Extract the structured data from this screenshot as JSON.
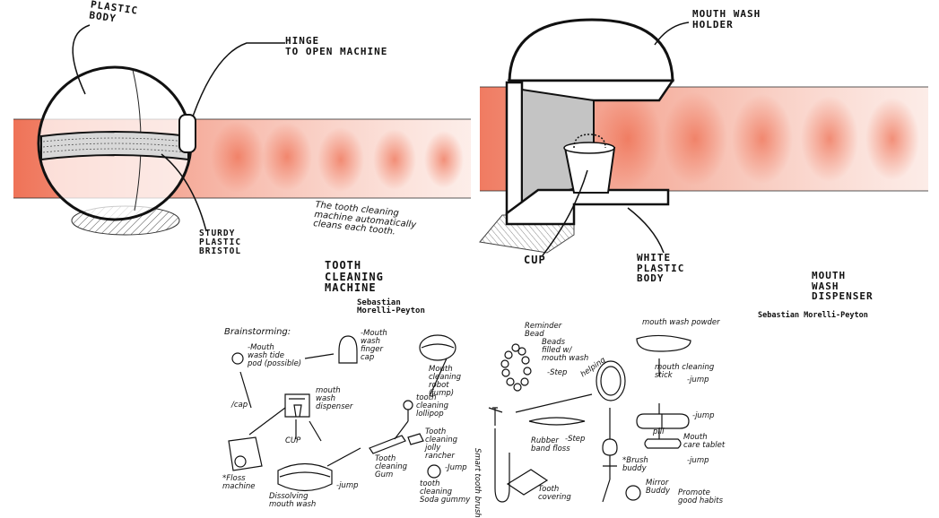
{
  "sketch1": {
    "plastic_body": "PLASTIC\nBODY",
    "hinge": "HINGE\nTO OPEN MACHINE",
    "sturdy": "STURDY\nPLASTIC\nBRISTOL",
    "note": "The tooth cleaning\nmachine automatically\ncleans each tooth.",
    "title": "TOOTH\nCLEANING\nMACHINE",
    "author": "Sebastian\nMorelli-Peyton"
  },
  "sketch2": {
    "holder": "MOUTH WASH\nHOLDER",
    "cup": "CUP",
    "white_body": "WHITE\nPLASTIC\nBODY",
    "title": "MOUTH\nWASH\nDISPENSER",
    "author": "Sebastian Morelli-Peyton"
  },
  "brainstorm": {
    "heading": "Brainstorming:",
    "items": {
      "pod": "-Mouth\nwash tide\npod (possible)",
      "finger_cap": "-Mouth\nwash\nfinger\ncap",
      "robot": "Mouth\ncleaning\nrobot\n(jump)",
      "cap": "/cap",
      "dispenser": "mouth\nwash\ndispenser",
      "lollipop": "tooth\ncleaning\nlollipop",
      "cup": "CUP",
      "floss_machine": "*Floss\nmachine",
      "rancher": "Tooth\ncleaning\njolly\nrancher",
      "dissolving": "Dissolving\nmouth wash",
      "jump1": "-jump",
      "gum": "Tooth\ncleaning\nGum",
      "jump2": "-Jump",
      "soda": "tooth\ncleaning\nSoda gummy",
      "reminder": "Reminder\nBead",
      "beads": "Beads\nfilled w/\nmouth wash",
      "step1": "-Step",
      "helping": "helping",
      "powder": "mouth wash powder",
      "stick": "mouth cleaning\nstick",
      "jump3": "-jump",
      "smart_brush": "Smart tooth brush",
      "rubber": "Rubber\nband floss",
      "step2": "-Step",
      "jump4": "-jump",
      "pill": "pill",
      "tablet": "Mouth\ncare tablet",
      "jump5": "-jump",
      "covering": "Tooth\ncovering",
      "buddy": "*Brush\nbuddy",
      "mirror": "Mirror\nBuddy",
      "promote": "Promote\ngood habits"
    }
  },
  "colors": {
    "glow": "#ee5a3a",
    "ink": "#111111",
    "shade": "#bdbdbd"
  }
}
